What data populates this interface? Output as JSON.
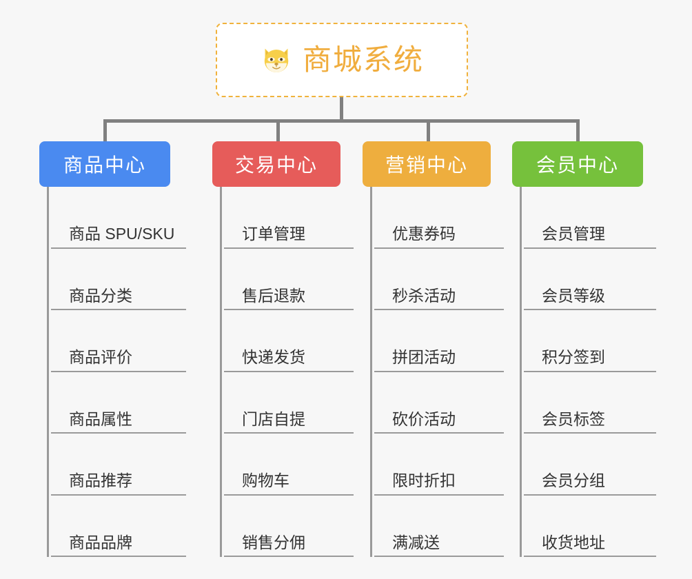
{
  "page": {
    "background_color": "#f7f7f7",
    "title": "商城系统"
  },
  "root": {
    "label": "商城系统",
    "icon": "shiba-inu-dog-face-icon",
    "text_color": "#f0ad3e",
    "border_color": "#f0b23c",
    "background_color": "#ffffff"
  },
  "branches": [
    {
      "label": "商品中心",
      "color": "#4a8af0",
      "items": [
        "商品 SPU/SKU",
        "商品分类",
        "商品评价",
        "商品属性",
        "商品推荐",
        "商品品牌"
      ]
    },
    {
      "label": "交易中心",
      "color": "#e65c5a",
      "items": [
        "订单管理",
        "售后退款",
        "快递发货",
        "门店自提",
        "购物车",
        "销售分佣"
      ]
    },
    {
      "label": "营销中心",
      "color": "#eeae3e",
      "items": [
        "优惠券码",
        "秒杀活动",
        "拼团活动",
        "砍价活动",
        "限时折扣",
        "满减送"
      ]
    },
    {
      "label": "会员中心",
      "color": "#76c13c",
      "items": [
        "会员管理",
        "会员等级",
        "积分签到",
        "会员标签",
        "会员分组",
        "收货地址"
      ]
    }
  ],
  "connector": {
    "color": "#808080"
  }
}
